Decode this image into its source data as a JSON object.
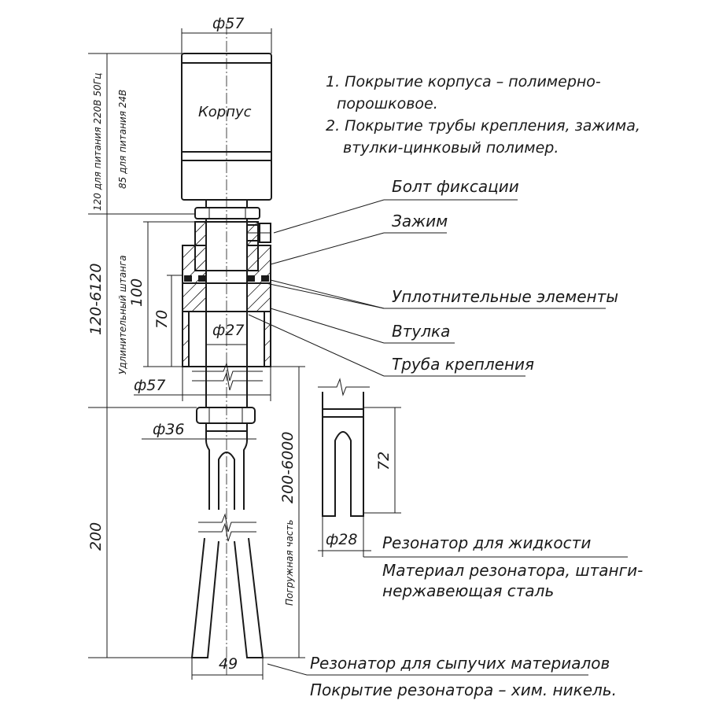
{
  "notes": {
    "line1": "1. Покрытие корпуса – полимерно-",
    "line2": "порошковое.",
    "line3": "2. Покрытие трубы крепления, зажима,",
    "line4": "втулки-цинковый полимер."
  },
  "body_label": "Корпус",
  "callouts": {
    "bolt": "Болт фиксации",
    "clamp": "Зажим",
    "seals": "Уплотнительные элементы",
    "sleeve": "Втулка",
    "pipe": "Труба крепления",
    "liquid_resonator": "Резонатор для жидкости",
    "material_line1": "Материал резонатора, штанги-",
    "material_line2": "нержавеющая сталь",
    "bulk_resonator": "Резонатор для сыпучих материалов",
    "bulk_coating": "Покрытие резонатора – хим. никель."
  },
  "dimensions": {
    "housing_diameter": "ф57",
    "housing_height_220": "120 для питания 220В 50Гц",
    "housing_height_24": "85 для питания 24В",
    "extension_range": "120-6120",
    "extension_label": "Удлинительный штанга",
    "extension_100": "100",
    "clamp_70": "70",
    "pipe_diameter": "ф27",
    "clamp_diameter": "ф57",
    "nut_diameter": "ф36",
    "immersion_range": "200-6000",
    "immersion_label": "Погружная часть",
    "fork_200": "200",
    "fork_width": "49",
    "liquid_fork_72": "72",
    "liquid_fork_diameter": "ф28"
  }
}
